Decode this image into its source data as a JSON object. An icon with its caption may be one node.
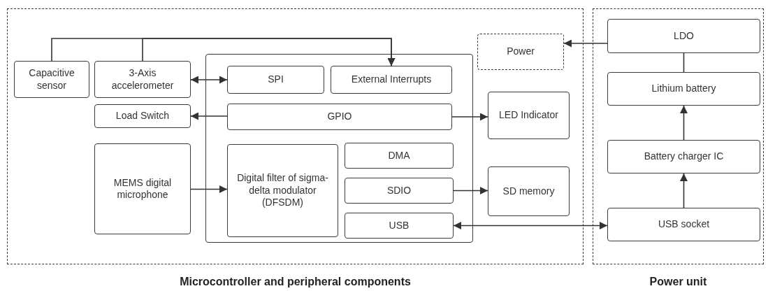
{
  "diagram": {
    "nodes": [
      {
        "text": [
          "Microcontroller and peripheral components"
        ]
      },
      {
        "text": [
          "Power unit"
        ]
      },
      {
        "text": [
          "Power"
        ],
        "in": 0
      },
      {
        "text": [
          "Capacitive sensor"
        ],
        "in": 0
      },
      {
        "text": [
          "3-Axis accelerometer"
        ],
        "in": 0
      },
      {
        "text": [],
        "shape": "box",
        "in": 0
      },
      {
        "text": [
          "SPI"
        ],
        "in": 5
      },
      {
        "text": [
          "External Interrupts"
        ],
        "in": 5
      },
      {
        "text": [
          "Load Switch"
        ],
        "in": 0
      },
      {
        "text": [
          "GPIO"
        ],
        "in": 5
      },
      {
        "text": [
          "LED Indicator"
        ],
        "in": 0
      },
      {
        "text": [
          "MEMS digital microphone"
        ],
        "in": 0
      },
      {
        "text": [
          "Digital filter of sigma-delta modulator (DFSDM)"
        ],
        "in": 5
      },
      {
        "text": [
          "DMA"
        ],
        "in": 5
      },
      {
        "text": [
          "SDIO"
        ],
        "in": 5
      },
      {
        "text": [
          "SD memory"
        ],
        "in": 0
      },
      {
        "text": [
          "USB"
        ],
        "in": 5
      },
      {
        "text": [
          "LDO"
        ],
        "in": 1
      },
      {
        "text": [
          "Lithium battery"
        ],
        "in": 1
      },
      {
        "text": [
          "Battery charger IC"
        ],
        "in": 1
      },
      {
        "text": [
          "USB socket"
        ],
        "in": 1
      }
    ],
    "edges": [
      {
        "from": 17,
        "to": 2,
        "arrow": "to"
      },
      {
        "from": 17,
        "to": 18,
        "arrow": "none"
      },
      {
        "from": 19,
        "to": 18,
        "arrow": "to"
      },
      {
        "from": 20,
        "to": 19,
        "arrow": "to"
      },
      {
        "from": 16,
        "to": 20,
        "arrow": "both"
      },
      {
        "from": 14,
        "to": 15,
        "arrow": "to"
      },
      {
        "from": 11,
        "to": 12,
        "arrow": "to"
      },
      {
        "from": 9,
        "to": 10,
        "arrow": "to"
      },
      {
        "from": 9,
        "to": 8,
        "arrow": "to"
      },
      {
        "from": 4,
        "to": 6,
        "arrow": "both"
      },
      {
        "from": 3,
        "to": 7,
        "arrow": "to"
      },
      {
        "from": 4,
        "to": 7,
        "arrow": "to"
      }
    ]
  }
}
